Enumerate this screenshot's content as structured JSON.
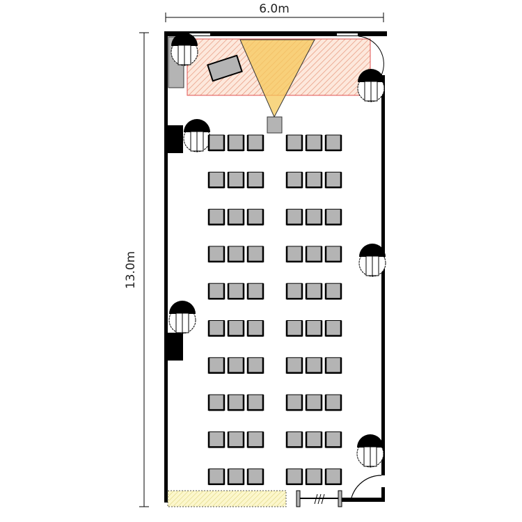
{
  "dimensions": {
    "width_label": "6.0m",
    "height_label": "13.0m"
  },
  "seating": {
    "rows": 10,
    "left_block_chairs_per_row": 3,
    "right_block_chairs_per_row": 3
  },
  "colors": {
    "wall": "#000000",
    "chair": "#b4b4b4",
    "screen_zone": "#f4a07a",
    "projection": "#f6c85a",
    "storage": "#f3ef9a"
  }
}
